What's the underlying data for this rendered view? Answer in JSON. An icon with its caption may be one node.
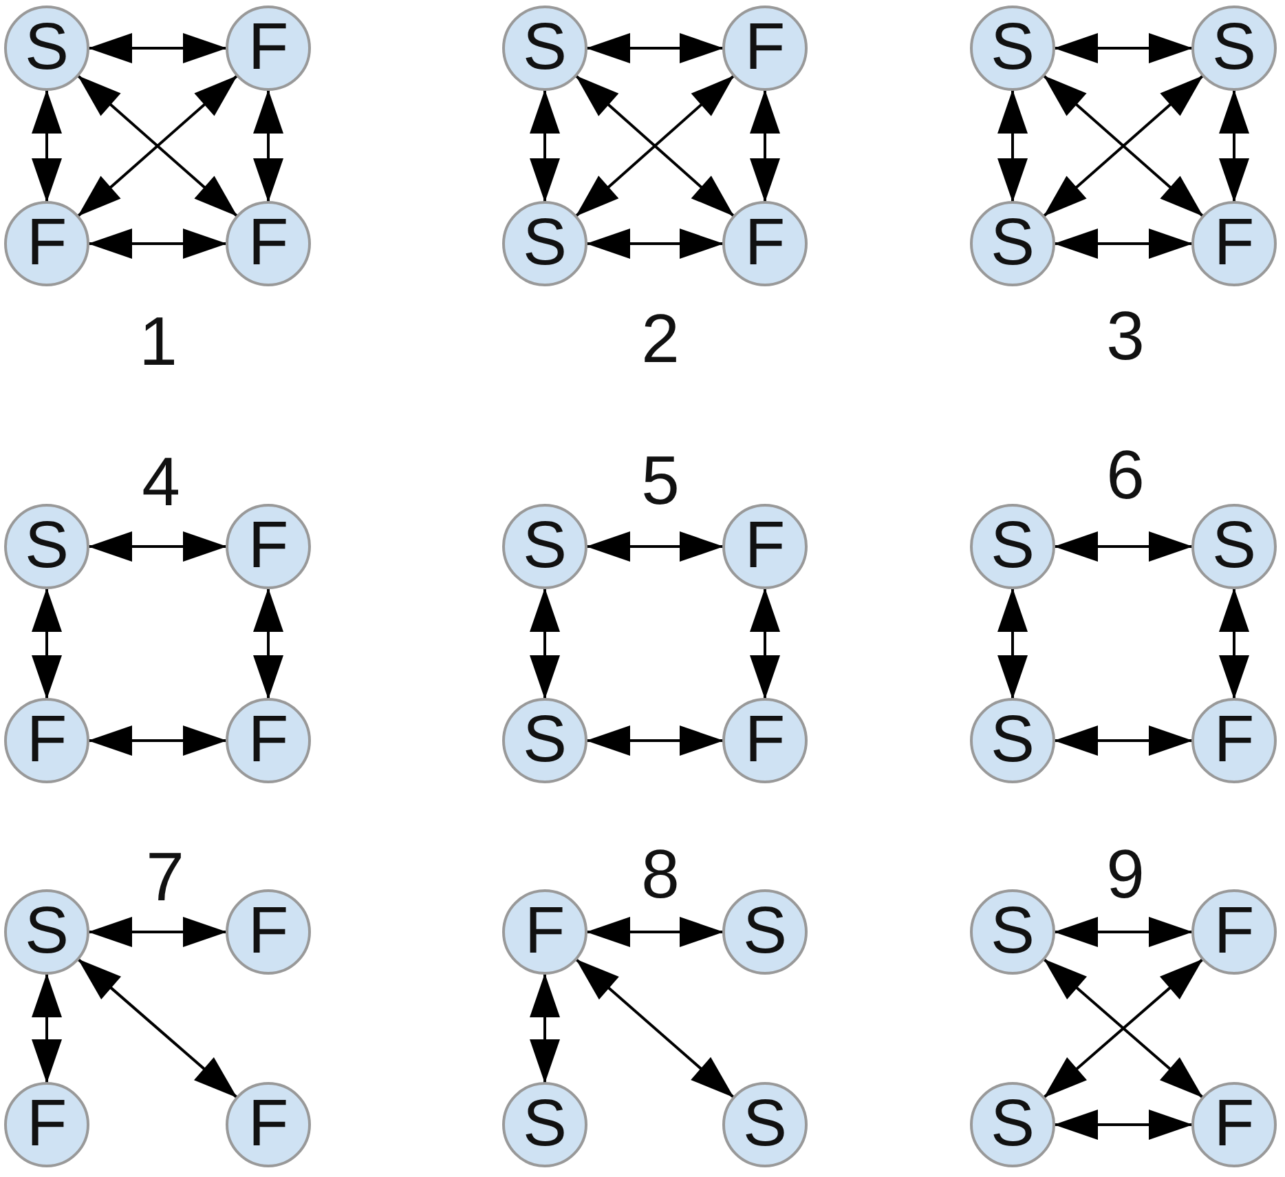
{
  "diagram": {
    "nodes": [
      {
        "text": [
          "S"
        ]
      },
      {
        "text": [
          "F"
        ]
      },
      {
        "text": [
          "F"
        ]
      },
      {
        "text": [
          "F"
        ]
      },
      {
        "text": [
          "S"
        ]
      },
      {
        "text": [
          "F"
        ]
      },
      {
        "text": [
          "S"
        ]
      },
      {
        "text": [
          "F"
        ]
      },
      {
        "text": [
          "S"
        ]
      },
      {
        "text": [
          "S"
        ]
      },
      {
        "text": [
          "S"
        ]
      },
      {
        "text": [
          "F"
        ]
      },
      {
        "text": [
          "S"
        ]
      },
      {
        "text": [
          "F"
        ]
      },
      {
        "text": [
          "F"
        ]
      },
      {
        "text": [
          "F"
        ]
      },
      {
        "text": [
          "S"
        ]
      },
      {
        "text": [
          "F"
        ]
      },
      {
        "text": [
          "S"
        ]
      },
      {
        "text": [
          "F"
        ]
      },
      {
        "text": [
          "S"
        ]
      },
      {
        "text": [
          "S"
        ]
      },
      {
        "text": [
          "S"
        ]
      },
      {
        "text": [
          "F"
        ]
      },
      {
        "text": [
          "S"
        ]
      },
      {
        "text": [
          "F"
        ]
      },
      {
        "text": [
          "F"
        ]
      },
      {
        "text": [
          "F"
        ]
      },
      {
        "text": [
          "F"
        ]
      },
      {
        "text": [
          "S"
        ]
      },
      {
        "text": [
          "S"
        ]
      },
      {
        "text": [
          "S"
        ]
      },
      {
        "text": [
          "S"
        ]
      },
      {
        "text": [
          "F"
        ]
      },
      {
        "text": [
          "S"
        ]
      },
      {
        "text": [
          "F"
        ]
      }
    ],
    "edges": [
      {
        "from": 0,
        "to": 1,
        "arrow": "both"
      },
      {
        "from": 0,
        "to": 2,
        "arrow": "both"
      },
      {
        "from": 1,
        "to": 3,
        "arrow": "both"
      },
      {
        "from": 2,
        "to": 3,
        "arrow": "both"
      },
      {
        "from": 0,
        "to": 3,
        "arrow": "both"
      },
      {
        "from": 1,
        "to": 2,
        "arrow": "both"
      },
      {
        "from": 4,
        "to": 5,
        "arrow": "both"
      },
      {
        "from": 4,
        "to": 6,
        "arrow": "both"
      },
      {
        "from": 5,
        "to": 7,
        "arrow": "both"
      },
      {
        "from": 6,
        "to": 7,
        "arrow": "both"
      },
      {
        "from": 4,
        "to": 7,
        "arrow": "both"
      },
      {
        "from": 5,
        "to": 6,
        "arrow": "both"
      },
      {
        "from": 8,
        "to": 9,
        "arrow": "both"
      },
      {
        "from": 8,
        "to": 10,
        "arrow": "both"
      },
      {
        "from": 9,
        "to": 11,
        "arrow": "both"
      },
      {
        "from": 10,
        "to": 11,
        "arrow": "both"
      },
      {
        "from": 8,
        "to": 11,
        "arrow": "both"
      },
      {
        "from": 9,
        "to": 10,
        "arrow": "both"
      },
      {
        "from": 12,
        "to": 13,
        "arrow": "both"
      },
      {
        "from": 12,
        "to": 14,
        "arrow": "both"
      },
      {
        "from": 13,
        "to": 15,
        "arrow": "both"
      },
      {
        "from": 14,
        "to": 15,
        "arrow": "both"
      },
      {
        "from": 16,
        "to": 17,
        "arrow": "both"
      },
      {
        "from": 16,
        "to": 18,
        "arrow": "both"
      },
      {
        "from": 17,
        "to": 19,
        "arrow": "both"
      },
      {
        "from": 18,
        "to": 19,
        "arrow": "both"
      },
      {
        "from": 20,
        "to": 21,
        "arrow": "both"
      },
      {
        "from": 20,
        "to": 22,
        "arrow": "both"
      },
      {
        "from": 21,
        "to": 23,
        "arrow": "both"
      },
      {
        "from": 22,
        "to": 23,
        "arrow": "both"
      },
      {
        "from": 24,
        "to": 25,
        "arrow": "both"
      },
      {
        "from": 24,
        "to": 26,
        "arrow": "both"
      },
      {
        "from": 24,
        "to": 27,
        "arrow": "both"
      },
      {
        "from": 28,
        "to": 29,
        "arrow": "both"
      },
      {
        "from": 28,
        "to": 30,
        "arrow": "both"
      },
      {
        "from": 28,
        "to": 31,
        "arrow": "both"
      },
      {
        "from": 32,
        "to": 33,
        "arrow": "both"
      },
      {
        "from": 34,
        "to": 35,
        "arrow": "both"
      },
      {
        "from": 32,
        "to": 35,
        "arrow": "both"
      },
      {
        "from": 33,
        "to": 34,
        "arrow": "both"
      }
    ],
    "labels": [
      "1",
      "2",
      "3",
      "4",
      "5",
      "6",
      "7",
      "8",
      "9"
    ]
  }
}
